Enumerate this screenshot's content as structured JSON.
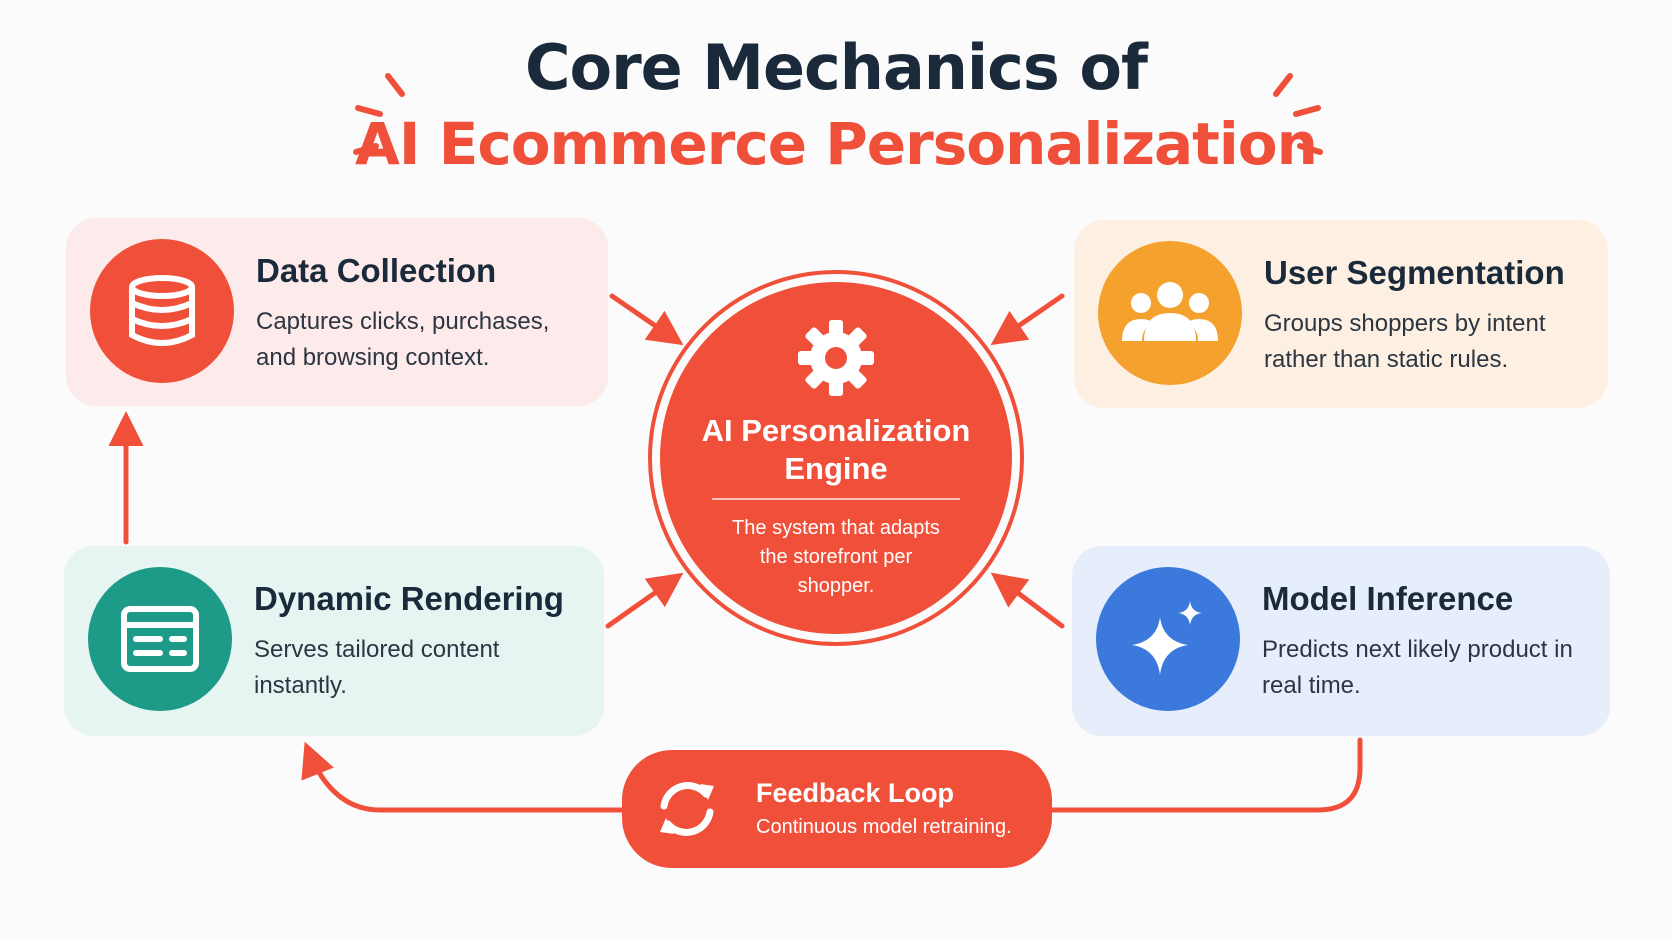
{
  "title": {
    "line1": "Core Mechanics of",
    "line2": "AI Ecommerce Personalization"
  },
  "colors": {
    "accent": "#f0503a",
    "dark_text": "#1b2a3b",
    "data_icon": "#f0503a",
    "segmentation_icon": "#f5a12e",
    "rendering_icon": "#1d9a88",
    "inference_icon": "#3b79dc"
  },
  "center": {
    "title": "AI Personalization Engine",
    "description": "The system that adapts the storefront per shopper.",
    "icon": "gear-icon"
  },
  "cards": {
    "data_collection": {
      "title": "Data Collection",
      "description": "Captures clicks, purchases, and browsing context.",
      "icon": "database-icon"
    },
    "user_segmentation": {
      "title": "User Segmentation",
      "description": "Groups shoppers by intent rather than static rules.",
      "icon": "users-icon"
    },
    "dynamic_rendering": {
      "title": "Dynamic Rendering",
      "description": "Serves tailored content instantly.",
      "icon": "browser-window-icon"
    },
    "model_inference": {
      "title": "Model Inference",
      "description": "Predicts next likely product in real time.",
      "icon": "sparkle-icon"
    }
  },
  "feedback": {
    "title": "Feedback Loop",
    "description": "Continuous model retraining.",
    "icon": "refresh-icon"
  }
}
